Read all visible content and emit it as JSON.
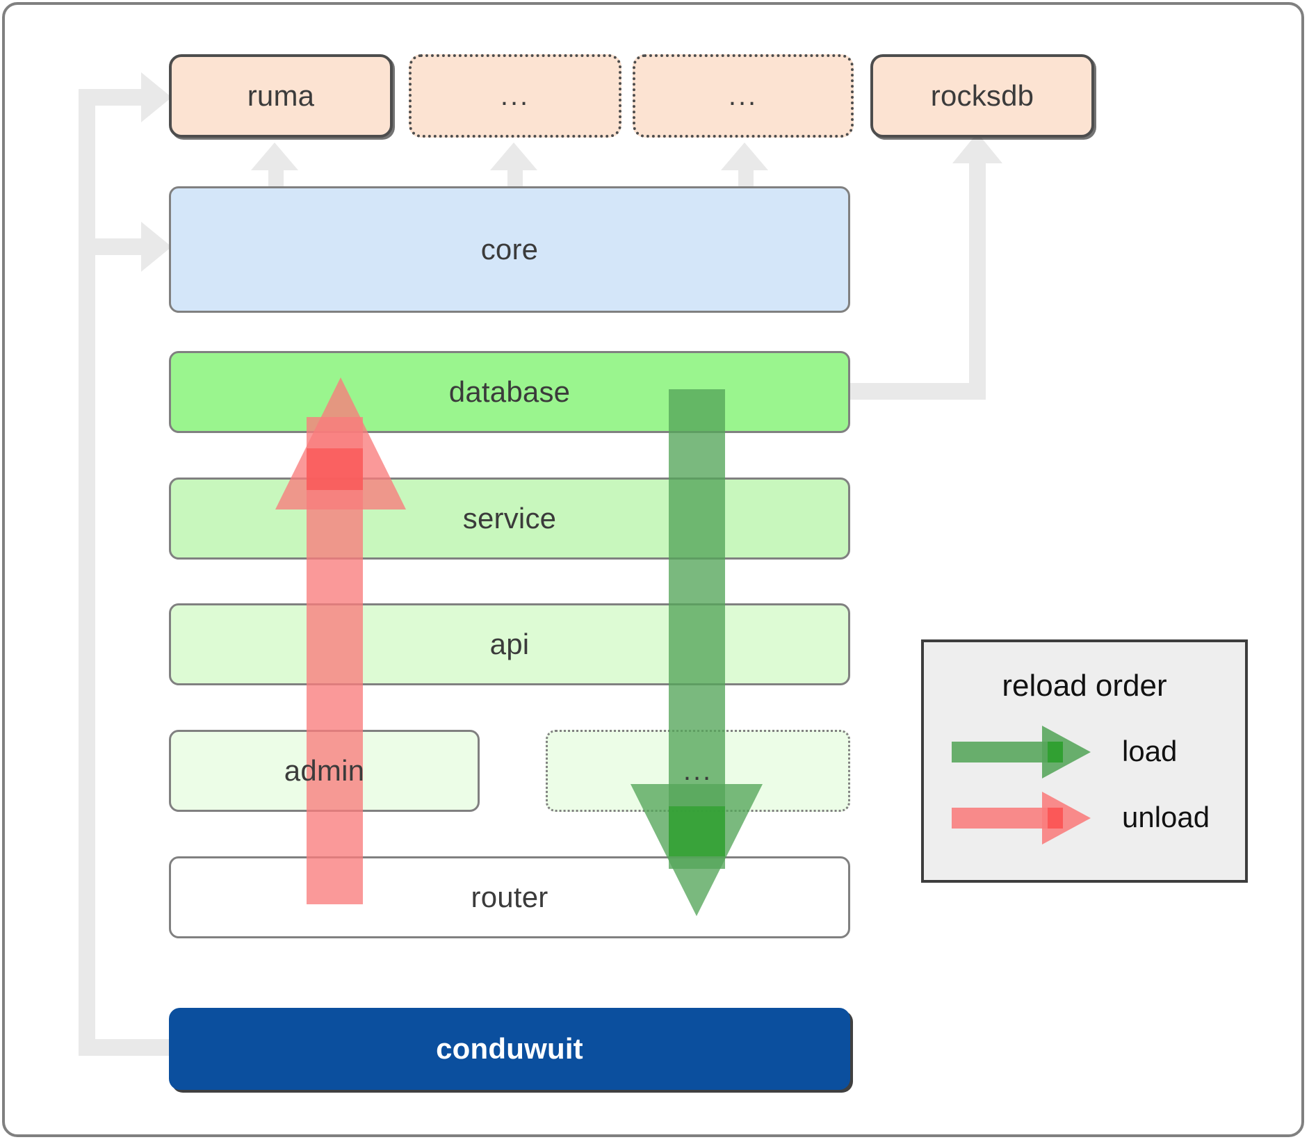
{
  "diagram": {
    "title": "conduwuit crate dependency and reload order diagram",
    "colors": {
      "frame_border": "#808080",
      "dependency_fill": "#fce3d2",
      "dependency_border": "#4d4d4d",
      "core_fill": "#d4e6f9",
      "database_fill": "#9af58e",
      "service_fill": "#c8f7bd",
      "api_fill": "#ddfbd4",
      "admin_fill": "#ecfde7",
      "router_fill": "#ffffff",
      "root_fill": "#0b4f9e",
      "root_text": "#ffffff",
      "connector_gray": "#e9e9e9",
      "load_green": "#55a55a",
      "load_green_dark": "#2ea02e",
      "unload_red": "#f98c8c",
      "unload_red_dark": "#fb5555",
      "legend_bg": "#eeeeee",
      "legend_border": "#3d3d3d",
      "box_border": "#808080",
      "label_text": "#3b3b3b"
    },
    "dependencies": [
      {
        "label": "ruma",
        "style": "solid"
      },
      {
        "label": "...",
        "style": "dotted"
      },
      {
        "label": "...",
        "style": "dotted"
      },
      {
        "label": "rocksdb",
        "style": "solid"
      }
    ],
    "layers": [
      {
        "label": "core",
        "style": "solid"
      },
      {
        "label": "database",
        "style": "solid"
      },
      {
        "label": "service",
        "style": "solid"
      },
      {
        "label": "api",
        "style": "solid"
      },
      {
        "label": "admin",
        "style": "solid"
      },
      {
        "label": "...",
        "style": "dotted"
      },
      {
        "label": "router",
        "style": "solid"
      }
    ],
    "root": {
      "label": "conduwuit"
    },
    "legend": {
      "title": "reload order",
      "entries": [
        {
          "label": "load",
          "direction": "down",
          "color": "#55a55a"
        },
        {
          "label": "unload",
          "direction": "up",
          "color": "#f98c8c"
        }
      ]
    }
  }
}
